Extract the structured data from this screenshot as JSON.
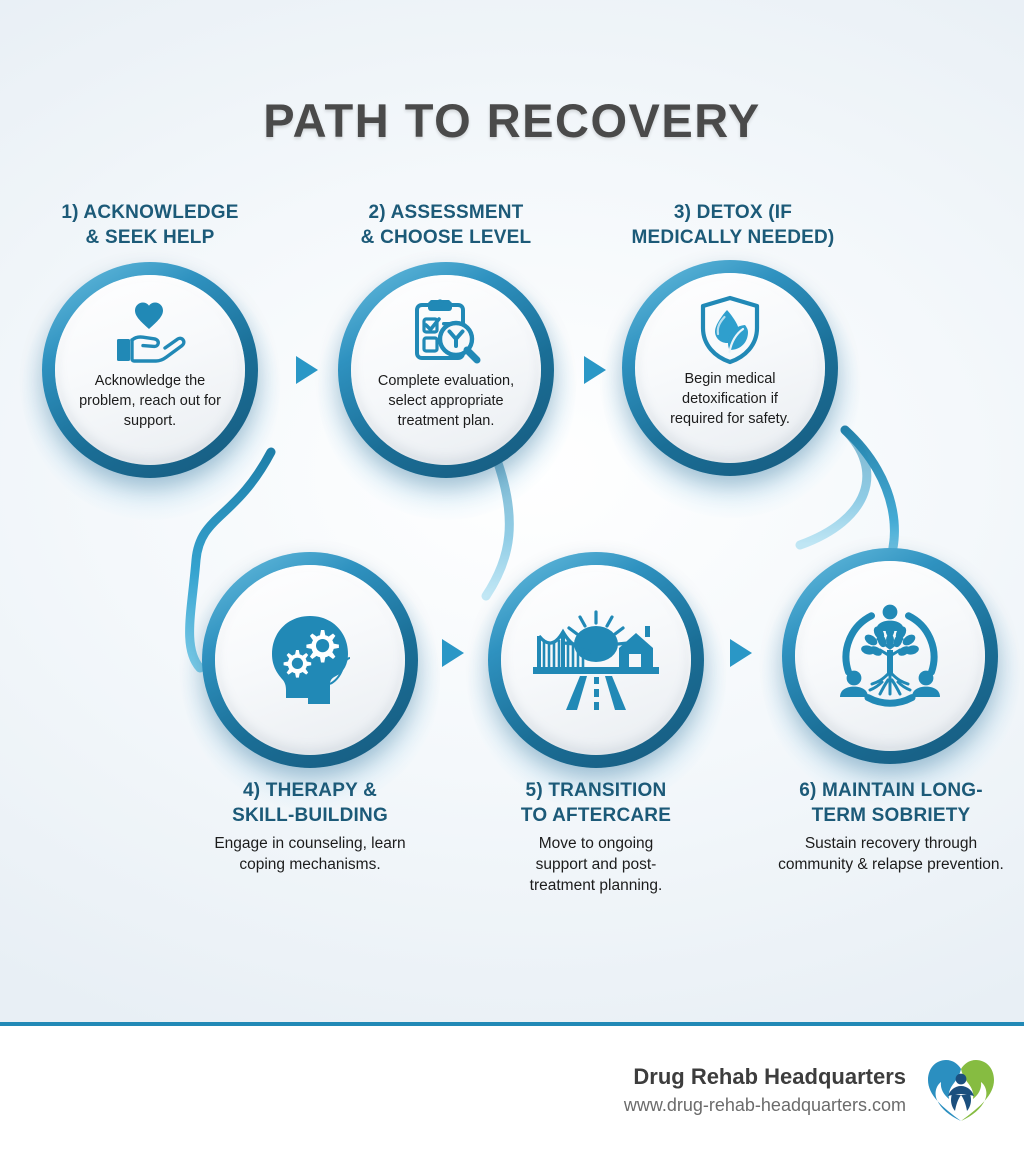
{
  "title": "PATH TO RECOVERY",
  "theme": {
    "heading_color": "#1c5a78",
    "icon_color": "#2189b6",
    "ring_color": "#1a6e96",
    "rule_color": "#2189b6",
    "title_color": "#4a4a4a"
  },
  "steps": [
    {
      "heading": "1) ACKNOWLEDGE\n& SEEK HELP",
      "heading_line1": "1) ACKNOWLEDGE",
      "heading_line2": "& SEEK HELP",
      "description": "Acknowledge the problem, reach out for support.",
      "icon": "hand-holding-heart-icon"
    },
    {
      "heading_line1": "2) ASSESSMENT",
      "heading_line2": "& CHOOSE LEVEL",
      "description": "Complete evaluation, select appropriate treatment plan.",
      "icon": "clipboard-magnifier-icon"
    },
    {
      "heading_line1": "3) DETOX (IF",
      "heading_line2": "MEDICALLY NEEDED)",
      "description": "Begin medical detoxification if required for safety.",
      "icon": "shield-droplet-leaf-icon"
    },
    {
      "heading_line1": "4) THERAPY &",
      "heading_line2": "SKILL-BUILDING",
      "description": "Engage in counseling, learn coping mechanisms.",
      "icon": "head-gears-icon"
    },
    {
      "heading_line1": "5) TRANSITION",
      "heading_line2": "TO AFTERCARE",
      "description": "Move to ongoing support and post-treatment planning.",
      "icon": "bridge-sun-house-road-icon"
    },
    {
      "heading_line1": "6) MAINTAIN LONG-",
      "heading_line2": "TERM SOBRIETY",
      "description": "Sustain recovery through community & relapse prevention.",
      "icon": "tree-community-icon"
    }
  ],
  "footer": {
    "brand_name": "Drug Rehab Headquarters",
    "url": "www.drug-rehab-headquarters.com",
    "logo": "heart-people-logo"
  }
}
